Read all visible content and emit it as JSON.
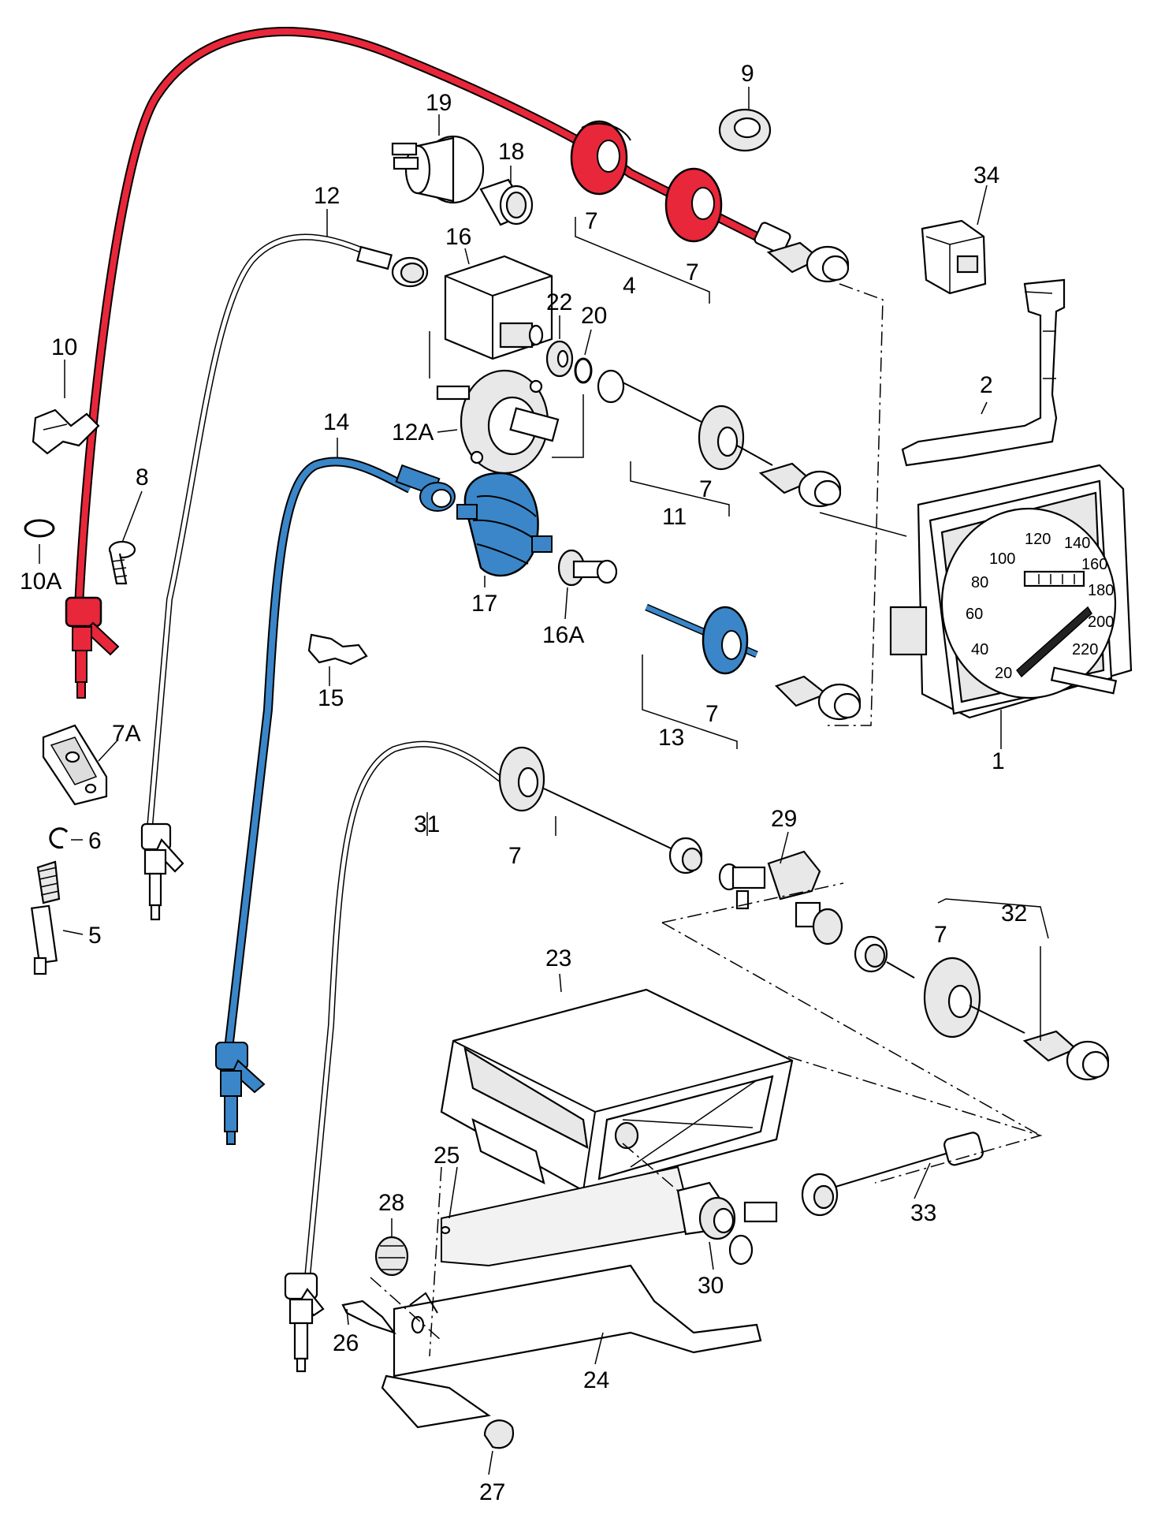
{
  "colors": {
    "tachometer_cable": "#e8273a",
    "speedometer_cable": "#3a86c8",
    "background": "#ffffff",
    "line": "#000000"
  },
  "callouts": [
    {
      "id": "1",
      "text": "1"
    },
    {
      "id": "2",
      "text": "2"
    },
    {
      "id": "4",
      "text": "4"
    },
    {
      "id": "5",
      "text": "5"
    },
    {
      "id": "6",
      "text": "6"
    },
    {
      "id": "7-a",
      "text": "7"
    },
    {
      "id": "7-b",
      "text": "7"
    },
    {
      "id": "7-c",
      "text": "7"
    },
    {
      "id": "7-d",
      "text": "7"
    },
    {
      "id": "7-e",
      "text": "7"
    },
    {
      "id": "7-f",
      "text": "7"
    },
    {
      "id": "7A",
      "text": "7A"
    },
    {
      "id": "8",
      "text": "8"
    },
    {
      "id": "9",
      "text": "9"
    },
    {
      "id": "10",
      "text": "10"
    },
    {
      "id": "10A",
      "text": "10A"
    },
    {
      "id": "11",
      "text": "11"
    },
    {
      "id": "12",
      "text": "12"
    },
    {
      "id": "12A",
      "text": "12A"
    },
    {
      "id": "13",
      "text": "13"
    },
    {
      "id": "14",
      "text": "14"
    },
    {
      "id": "15",
      "text": "15"
    },
    {
      "id": "16",
      "text": "16"
    },
    {
      "id": "16A",
      "text": "16A"
    },
    {
      "id": "17",
      "text": "17"
    },
    {
      "id": "18",
      "text": "18"
    },
    {
      "id": "19",
      "text": "19"
    },
    {
      "id": "20",
      "text": "20"
    },
    {
      "id": "22",
      "text": "22"
    },
    {
      "id": "23",
      "text": "23"
    },
    {
      "id": "24",
      "text": "24"
    },
    {
      "id": "25",
      "text": "25"
    },
    {
      "id": "26",
      "text": "26"
    },
    {
      "id": "27",
      "text": "27"
    },
    {
      "id": "28",
      "text": "28"
    },
    {
      "id": "29",
      "text": "29"
    },
    {
      "id": "30",
      "text": "30"
    },
    {
      "id": "31",
      "text": "31"
    },
    {
      "id": "32",
      "text": "32"
    },
    {
      "id": "33",
      "text": "33"
    },
    {
      "id": "34",
      "text": "34"
    }
  ],
  "speedometer_scale": [
    "20",
    "40",
    "60",
    "80",
    "100",
    "120",
    "140",
    "160",
    "180",
    "200",
    "220"
  ]
}
